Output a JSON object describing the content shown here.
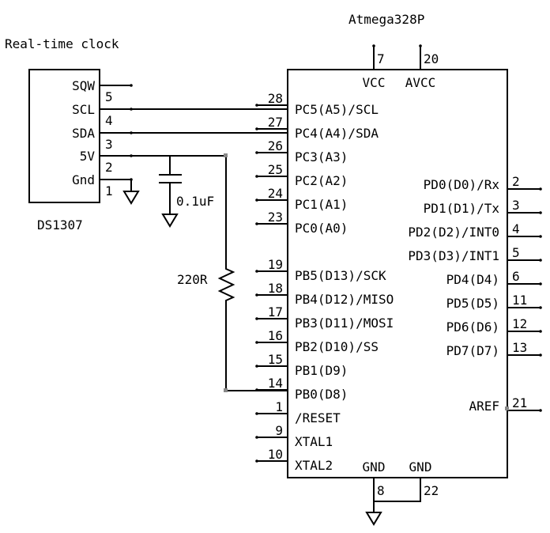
{
  "rtc": {
    "title": "Real-time clock",
    "part": "DS1307",
    "pins": [
      {
        "name": "SQW",
        "num": "5"
      },
      {
        "name": "SCL",
        "num": "4"
      },
      {
        "name": "SDA",
        "num": "3"
      },
      {
        "name": "5V",
        "num": "2"
      },
      {
        "name": "Gnd",
        "num": "1"
      }
    ]
  },
  "capacitor": {
    "value": "0.1uF"
  },
  "resistor": {
    "value": "220R"
  },
  "mcu": {
    "part": "Atmega328P",
    "top_pins": [
      {
        "name": "VCC",
        "num": "7"
      },
      {
        "name": "AVCC",
        "num": "20"
      }
    ],
    "bottom_pins": [
      {
        "name": "GND",
        "num": "8"
      },
      {
        "name": "GND",
        "num": "22"
      }
    ],
    "left_pins": [
      {
        "name": "PC5(A5)/SCL",
        "num": "28"
      },
      {
        "name": "PC4(A4)/SDA",
        "num": "27"
      },
      {
        "name": "PC3(A3)",
        "num": "26"
      },
      {
        "name": "PC2(A2)",
        "num": "25"
      },
      {
        "name": "PC1(A1)",
        "num": "24"
      },
      {
        "name": "PC0(A0)",
        "num": "23"
      },
      {
        "name": "PB5(D13)/SCK",
        "num": "19"
      },
      {
        "name": "PB4(D12)/MISO",
        "num": "18"
      },
      {
        "name": "PB3(D11)/MOSI",
        "num": "17"
      },
      {
        "name": "PB2(D10)/SS",
        "num": "16"
      },
      {
        "name": "PB1(D9)",
        "num": "15"
      },
      {
        "name": "PB0(D8)",
        "num": "14"
      },
      {
        "name": "/RESET",
        "num": "1"
      },
      {
        "name": "XTAL1",
        "num": "9"
      },
      {
        "name": "XTAL2",
        "num": "10"
      }
    ],
    "right_pins": [
      {
        "name": "PD0(D0)/Rx",
        "num": "2"
      },
      {
        "name": "PD1(D1)/Tx",
        "num": "3"
      },
      {
        "name": "PD2(D2)/INT0",
        "num": "4"
      },
      {
        "name": "PD3(D3)/INT1",
        "num": "5"
      },
      {
        "name": "PD4(D4)",
        "num": "6"
      },
      {
        "name": "PD5(D5)",
        "num": "11"
      },
      {
        "name": "PD6(D6)",
        "num": "12"
      },
      {
        "name": "PD7(D7)",
        "num": "13"
      },
      {
        "name": "AREF",
        "num": "21"
      }
    ]
  }
}
